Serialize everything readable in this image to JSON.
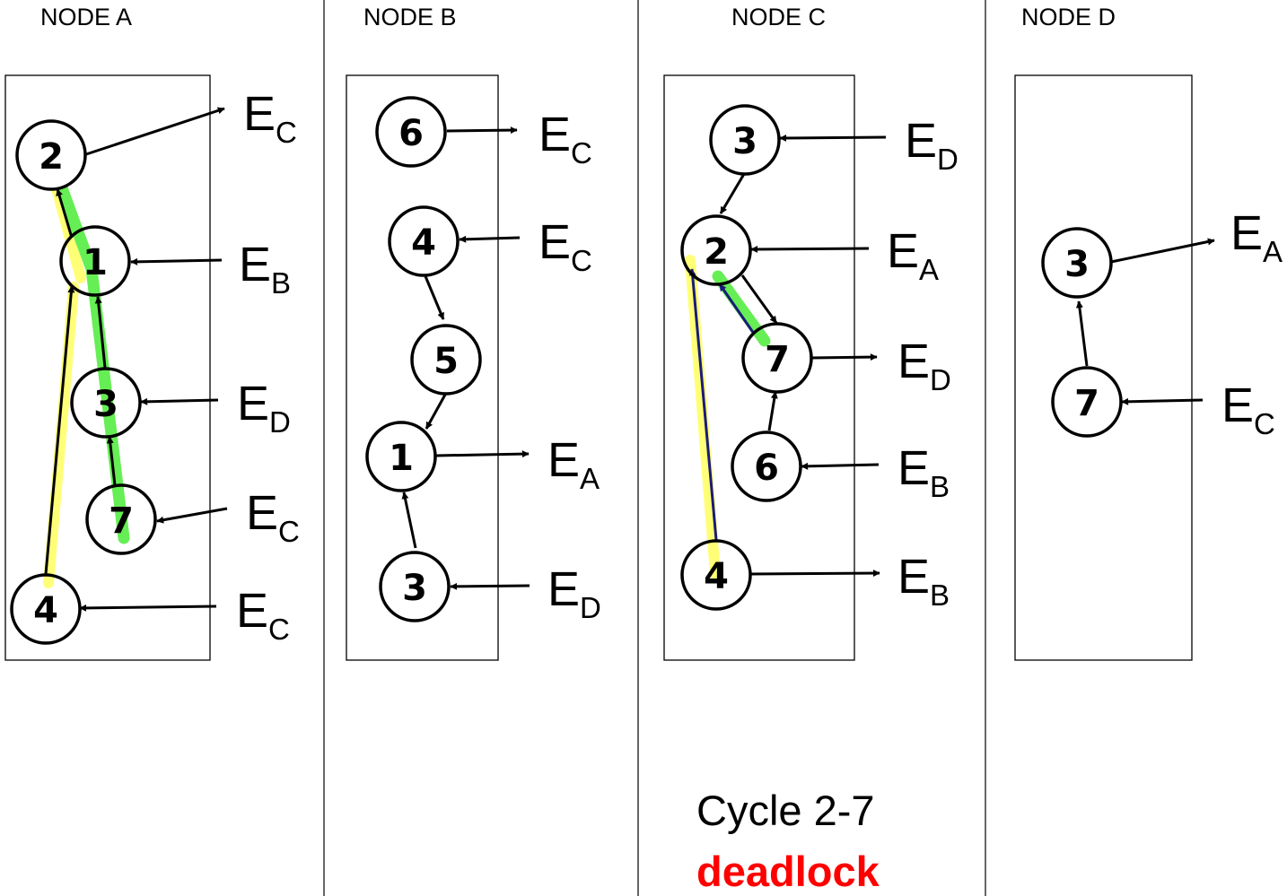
{
  "nodes": {
    "a": {
      "title": "NODE A",
      "circles": {
        "2": "2",
        "1": "1",
        "3": "3",
        "7": "7",
        "4": "4"
      },
      "externals": {
        "ec1": {
          "main": "E",
          "sub": "C"
        },
        "eb": {
          "main": "E",
          "sub": "B"
        },
        "ed": {
          "main": "E",
          "sub": "D"
        },
        "ec2": {
          "main": "E",
          "sub": "C"
        },
        "ec3": {
          "main": "E",
          "sub": "C"
        }
      }
    },
    "b": {
      "title": "NODE B",
      "circles": {
        "6": "6",
        "4": "4",
        "5": "5",
        "1": "1",
        "3": "3"
      },
      "externals": {
        "ec1": {
          "main": "E",
          "sub": "C"
        },
        "ec2": {
          "main": "E",
          "sub": "C"
        },
        "ea": {
          "main": "E",
          "sub": "A"
        },
        "ed": {
          "main": "E",
          "sub": "D"
        }
      }
    },
    "c": {
      "title": "NODE C",
      "circles": {
        "3": "3",
        "2": "2",
        "7": "7",
        "6": "6",
        "4": "4"
      },
      "externals": {
        "ed1": {
          "main": "E",
          "sub": "D"
        },
        "ea": {
          "main": "E",
          "sub": "A"
        },
        "ed2": {
          "main": "E",
          "sub": "D"
        },
        "eb1": {
          "main": "E",
          "sub": "B"
        },
        "eb2": {
          "main": "E",
          "sub": "B"
        }
      }
    },
    "d": {
      "title": "NODE D",
      "circles": {
        "3": "3",
        "7": "7"
      },
      "externals": {
        "ea": {
          "main": "E",
          "sub": "A"
        },
        "ec": {
          "main": "E",
          "sub": "C"
        }
      }
    }
  },
  "footer": {
    "cycle_text": "Cycle 2-7",
    "deadlock_text": "deadlock",
    "deadlock_color": "#ff0000"
  },
  "colors": {
    "green_highlight": "#66ee55",
    "yellow_highlight": "#ffff77",
    "navy_edge": "#1a1a7a"
  }
}
